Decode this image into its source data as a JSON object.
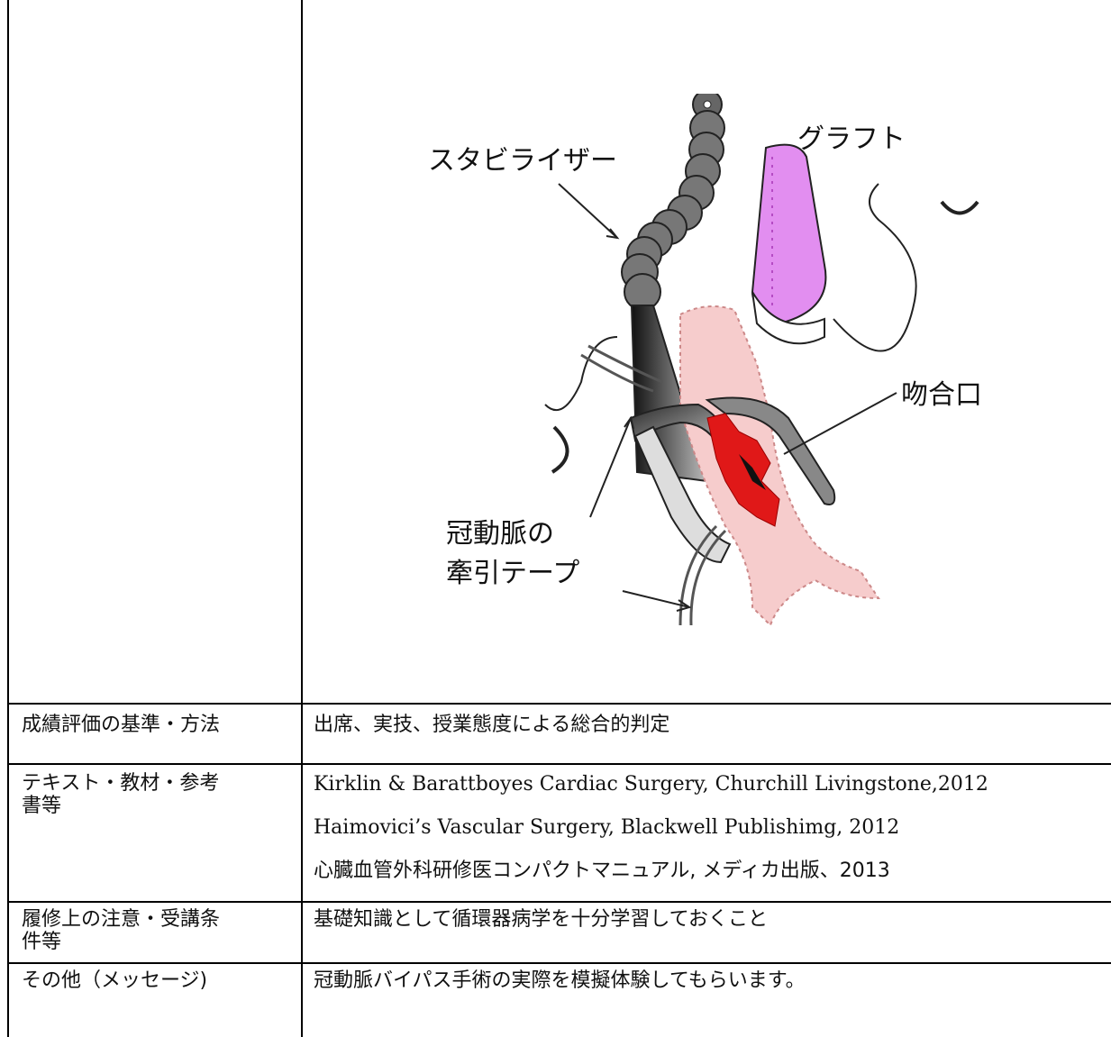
{
  "figure": {
    "labels": {
      "stabilizer": "スタビライザー",
      "graft": "グラフト",
      "anastomosis": "吻合口",
      "tape_line1": "冠動脈の",
      "tape_line2": "牽引テープ"
    }
  },
  "table": {
    "rows": [
      {
        "label": "成績評価の基準・方法",
        "value": "出席、実技、授業態度による総合的判定"
      },
      {
        "label_line1": "テキスト・教材・参考",
        "label_line2": "書等",
        "values": [
          "Kirklin & Barattboyes Cardiac Surgery, Churchill Livingstone,2012",
          "Haimovici’s Vascular Surgery, Blackwell Publishimg, 2012",
          "心臓血管外科研修医コンパクトマニュアル, メディカ出版、2013"
        ]
      },
      {
        "label_line1": "履修上の注意・受講条",
        "label_line2": "件等",
        "value": "基礎知識として循環器病学を十分学習しておくこと"
      },
      {
        "label": "その他（メッセージ)",
        "value": "冠動脈バイパス手術の実際を模擬体験してもらいます。"
      }
    ]
  }
}
